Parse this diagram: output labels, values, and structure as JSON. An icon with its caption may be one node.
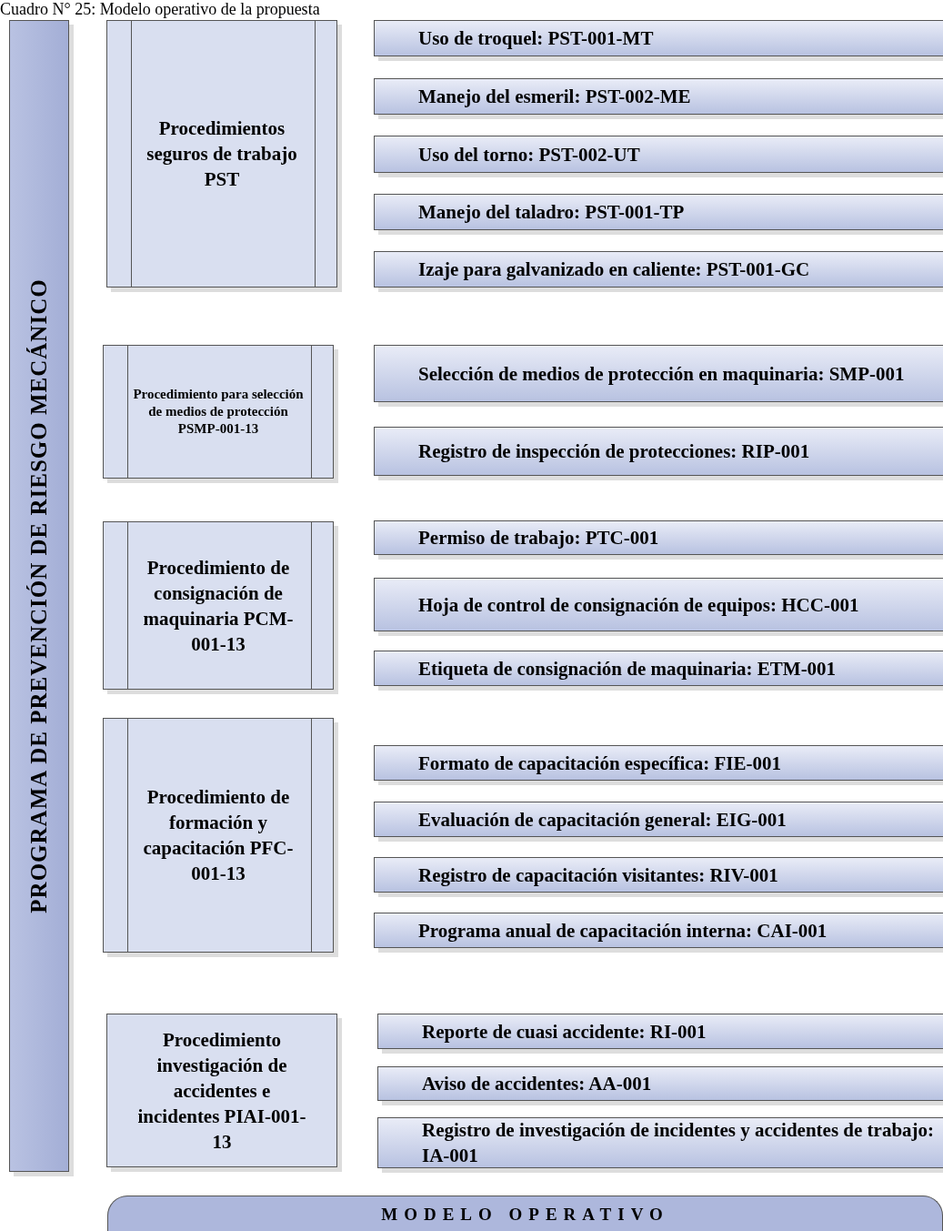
{
  "diagram": {
    "title": "Cuadro N° 25: Modelo operativo de la propuesta",
    "nodes": [
      {
        "text": [
          "PROGRAMA DE PREVENCIÓN DE RIESGO MECÁNICO"
        ]
      },
      {
        "text": [
          "Procedimientos seguros de trabajo PST"
        ]
      },
      {
        "text": [
          "Uso de troquel: PST-001-MT"
        ]
      },
      {
        "text": [
          "Manejo del esmeril: PST-002-ME"
        ]
      },
      {
        "text": [
          "Uso del torno: PST-002-UT"
        ]
      },
      {
        "text": [
          "Manejo del taladro: PST-001-TP"
        ]
      },
      {
        "text": [
          "Izaje para galvanizado en caliente: PST-001-GC"
        ]
      },
      {
        "text": [
          "Procedimiento para selección de medios de protección PSMP-001-13"
        ]
      },
      {
        "text": [
          "Selección de medios de protección en maquinaria: SMP-001"
        ]
      },
      {
        "text": [
          "Registro de inspección de protecciones: RIP-001"
        ]
      },
      {
        "text": [
          "Procedimiento de consignación de maquinaria PCM-001-13"
        ]
      },
      {
        "text": [
          "Permiso de trabajo: PTC-001"
        ]
      },
      {
        "text": [
          "Hoja de control de consignación de equipos: HCC-001"
        ]
      },
      {
        "text": [
          "Etiqueta de consignación de maquinaria: ETM-001"
        ]
      },
      {
        "text": [
          "Procedimiento de formación y capacitación PFC-001-13"
        ]
      },
      {
        "text": [
          "Formato de capacitación específica: FIE-001"
        ]
      },
      {
        "text": [
          "Evaluación de capacitación general: EIG-001"
        ]
      },
      {
        "text": [
          "Registro de capacitación visitantes: RIV-001"
        ]
      },
      {
        "text": [
          "Programa anual de capacitación interna: CAI-001"
        ]
      },
      {
        "text": [
          "Procedimiento investigación de accidentes e incidentes PIAI-001-13"
        ]
      },
      {
        "text": [
          "Reporte de cuasi accidente: RI-001"
        ]
      },
      {
        "text": [
          "Aviso de accidentes: AA-001"
        ]
      },
      {
        "text": [
          "Registro de investigación de incidentes y accidentes de trabajo: IA-001"
        ]
      },
      {
        "text": [
          "MODELO OPERATIVO"
        ]
      }
    ],
    "edges": []
  }
}
